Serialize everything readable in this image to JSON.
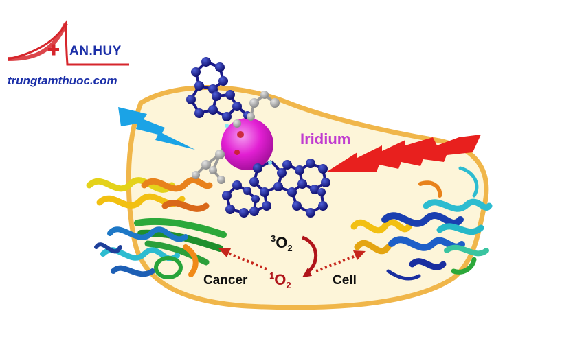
{
  "logo": {
    "name": "AN.HUY",
    "website": "trungtamthuoc.com",
    "colors": {
      "primary": "#1b2fa8",
      "swoosh": "#d6262c"
    }
  },
  "diagram": {
    "metal_label": "Iridium",
    "cancer_label": "Cancer",
    "cell_label": "Cell",
    "triplet_oxygen": {
      "mass": "3",
      "symbol": "O",
      "count": "2"
    },
    "singlet_oxygen": {
      "mass": "1",
      "symbol": "O",
      "count": "2"
    },
    "colors": {
      "cell_fill": "#fdf5d9",
      "cell_border": "#f0b64a",
      "iridium": "#e21fd3",
      "ligand": "#1a1a8a",
      "red_light": "#e8201e",
      "blue_light": "#1ba3e6",
      "arrow": "#c6261c"
    }
  }
}
